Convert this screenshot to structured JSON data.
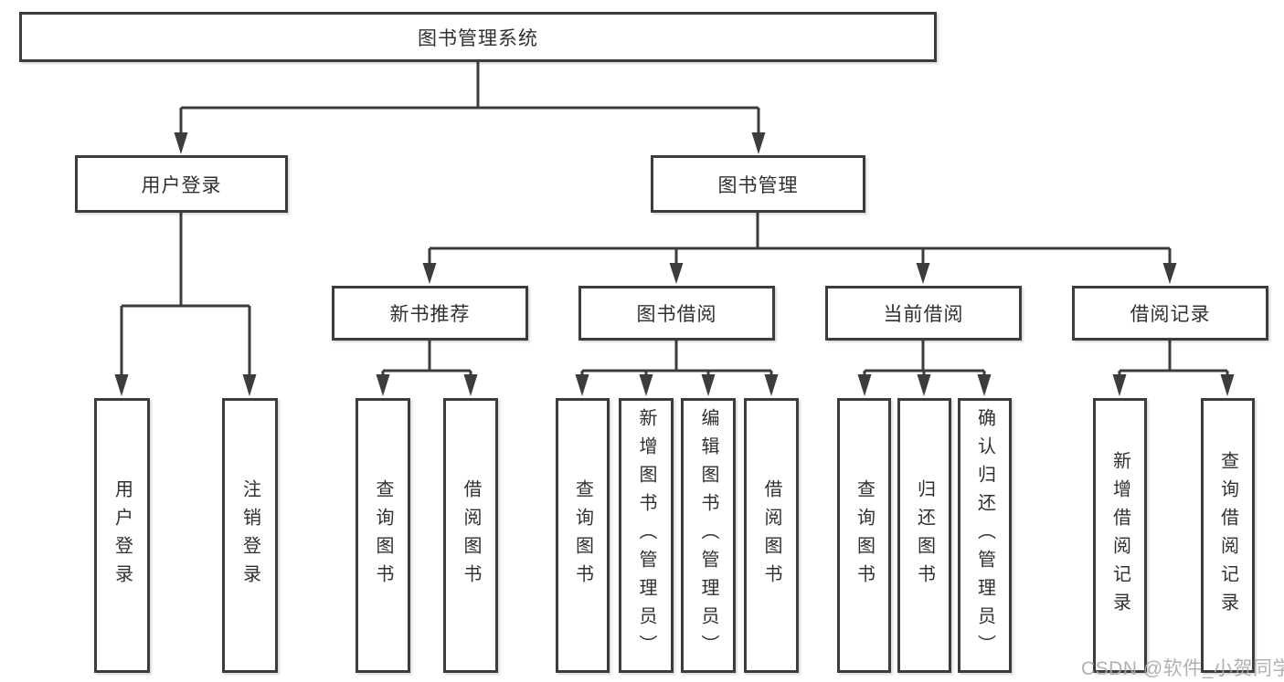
{
  "tree": {
    "root": {
      "label": "图书管理系统"
    },
    "user_branch": {
      "label": "用户登录",
      "children": [
        {
          "label": "用户登录"
        },
        {
          "label": "注销登录"
        }
      ]
    },
    "book_branch": {
      "label": "图书管理",
      "sections": [
        {
          "label": "新书推荐",
          "children": [
            {
              "label": "查询图书"
            },
            {
              "label": "借阅图书"
            }
          ]
        },
        {
          "label": "图书借阅",
          "children": [
            {
              "label": "查询图书"
            },
            {
              "label": "新增图书（管理员）"
            },
            {
              "label": "编辑图书（管理员）"
            },
            {
              "label": "借阅图书"
            }
          ]
        },
        {
          "label": "当前借阅",
          "children": [
            {
              "label": "查询图书"
            },
            {
              "label": "归还图书"
            },
            {
              "label": "确认归还（管理员）"
            }
          ]
        },
        {
          "label": "借阅记录",
          "children": [
            {
              "label": "新增借阅记录"
            },
            {
              "label": "查询借阅记录"
            }
          ]
        }
      ]
    }
  },
  "watermark": "CSDN @软件_小贺同学",
  "colors": {
    "line": "#3c3c3c",
    "box_border": "#3c3c3c",
    "text": "#303030",
    "background": "#ffffff",
    "watermark": "#a9a9a9"
  }
}
